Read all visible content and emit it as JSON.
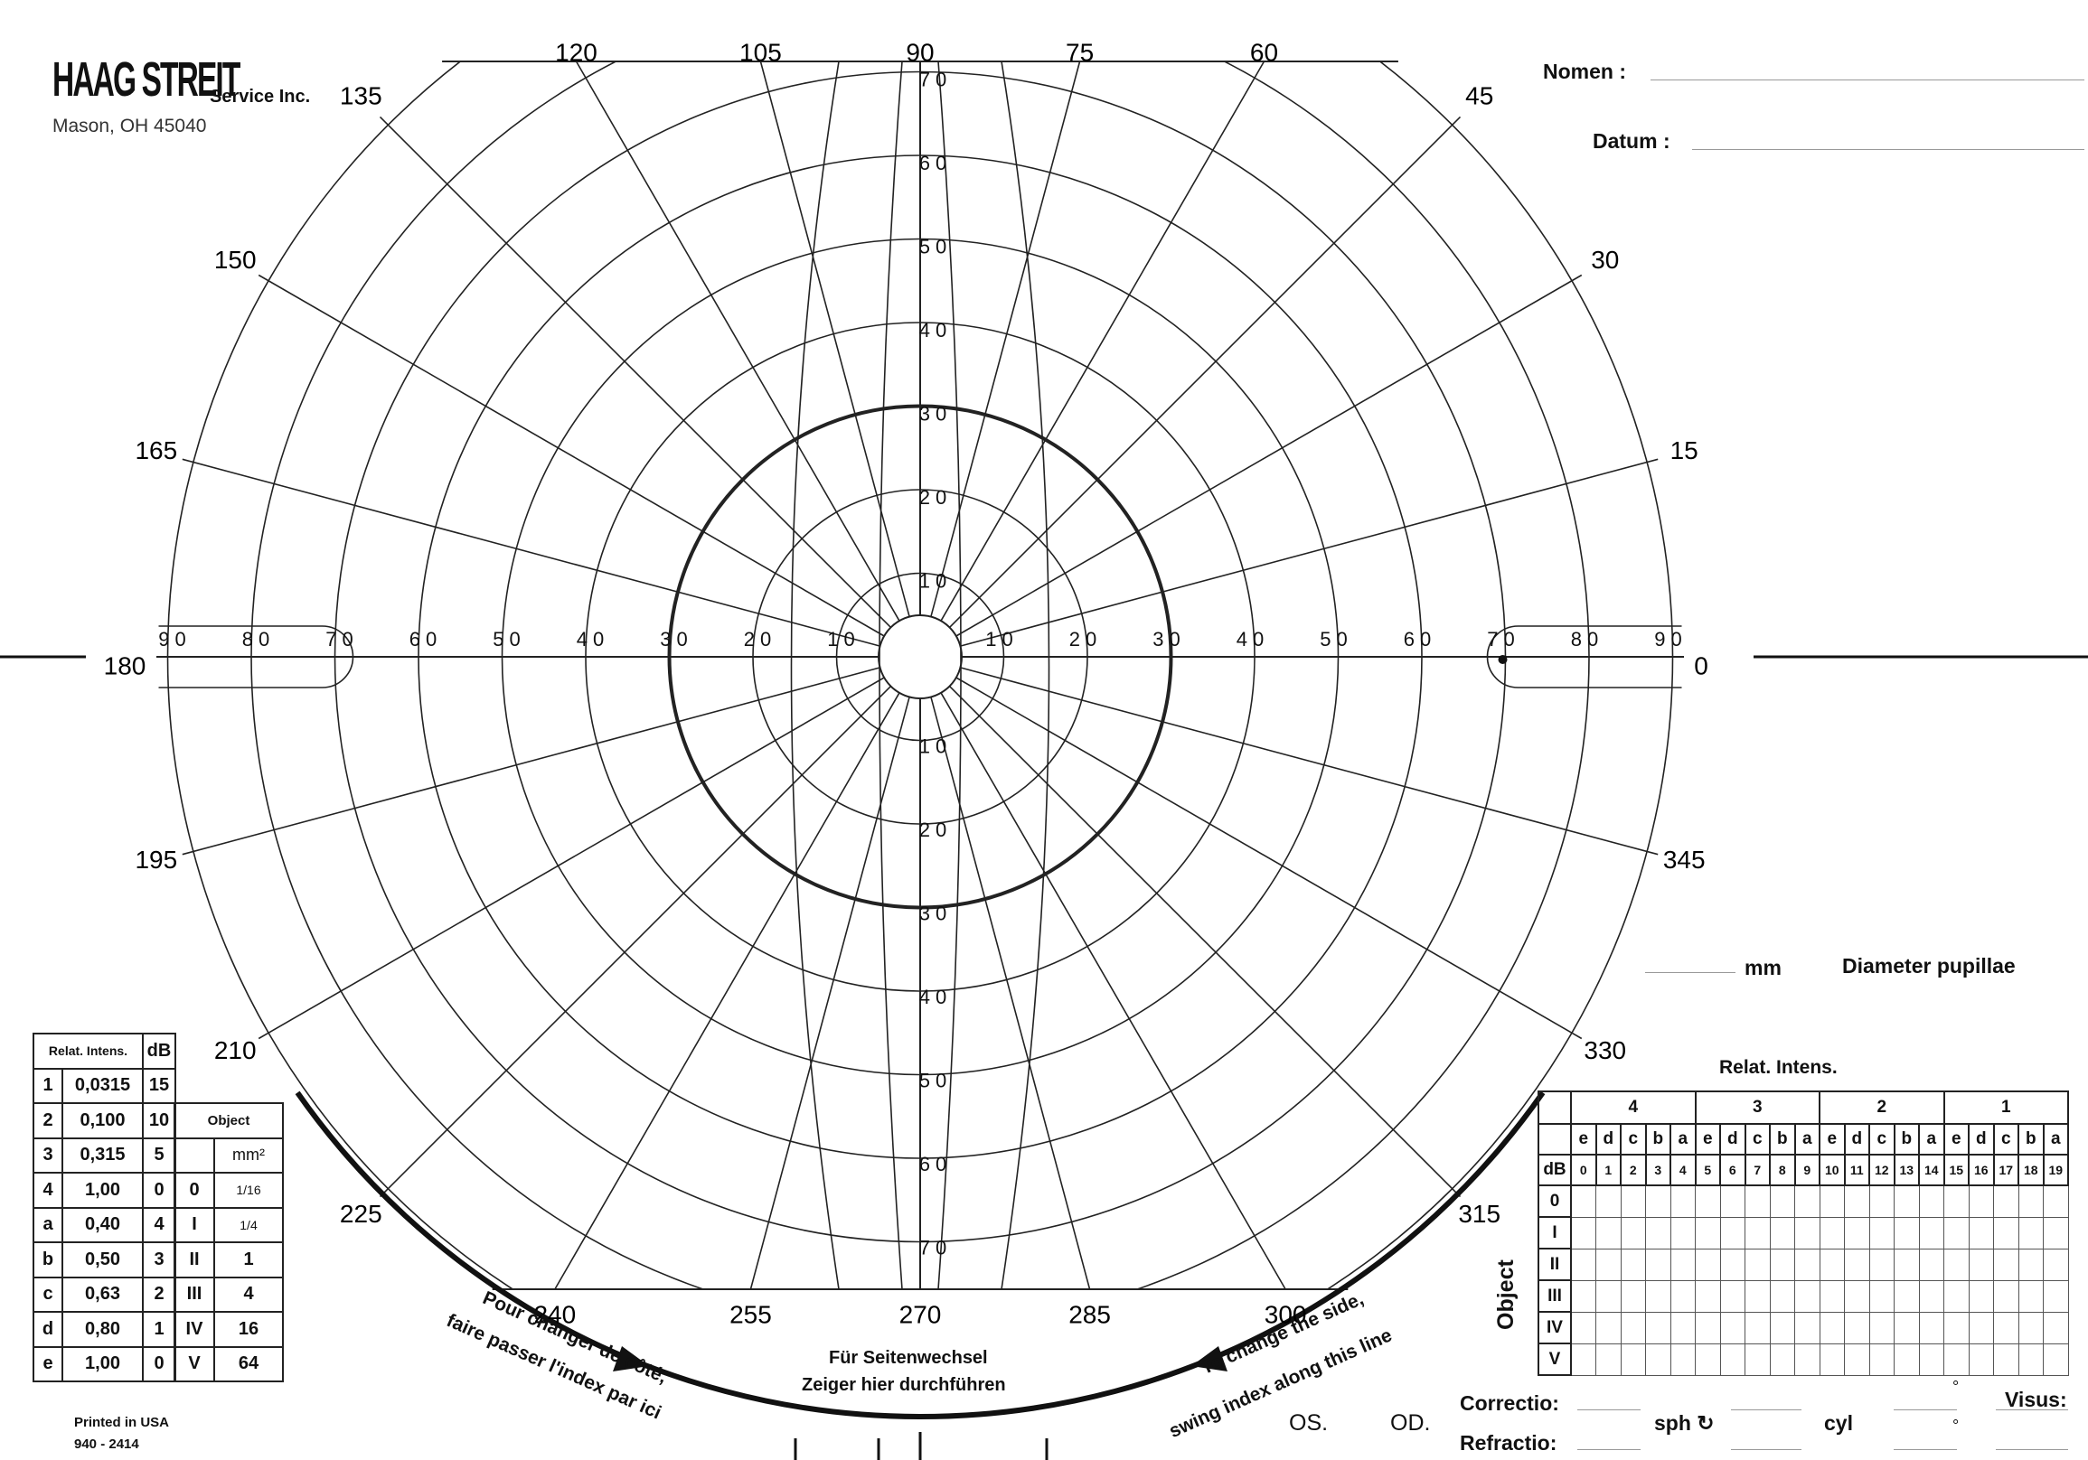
{
  "brand": {
    "name": "HAAG STREIT",
    "sub": "Service Inc.",
    "address": "Mason, OH 45040"
  },
  "fields": {
    "nomen": "Nomen :",
    "datum": "Datum :",
    "mm": "mm",
    "diameter": "Diameter pupillae"
  },
  "meridians": [
    "0",
    "15",
    "30",
    "45",
    "60",
    "75",
    "90",
    "105",
    "120",
    "135",
    "150",
    "165",
    "180",
    "195",
    "210",
    "225",
    "240",
    "255",
    "270",
    "285",
    "300",
    "315",
    "330",
    "345"
  ],
  "radial_ticks": [
    "10",
    "20",
    "30",
    "40",
    "50",
    "60",
    "70",
    "80",
    "90"
  ],
  "swing": {
    "fr": "Pour changer de côté, faire passer l'index par ici",
    "de_line1": "Für Seitenwechsel",
    "de_line2": "Zeiger hier durchführen",
    "en": "To change the side, swing index along this line"
  },
  "intensity_table": {
    "headers": [
      "Relat. Intens.",
      "dB"
    ],
    "rows": [
      [
        "1",
        "0,0315",
        "15"
      ],
      [
        "2",
        "0,100",
        "10"
      ],
      [
        "3",
        "0,315",
        "5"
      ],
      [
        "4",
        "1,00",
        "0"
      ],
      [
        "a",
        "0,40",
        "4"
      ],
      [
        "b",
        "0,50",
        "3"
      ],
      [
        "c",
        "0,63",
        "2"
      ],
      [
        "d",
        "0,80",
        "1"
      ],
      [
        "e",
        "1,00",
        "0"
      ]
    ]
  },
  "object_table": {
    "header": "Object",
    "unit": "mm²",
    "rows": [
      [
        "0",
        "1/16"
      ],
      [
        "I",
        "1/4"
      ],
      [
        "II",
        "1"
      ],
      [
        "III",
        "4"
      ],
      [
        "IV",
        "16"
      ],
      [
        "V",
        "64"
      ]
    ]
  },
  "printed": {
    "line1": "Printed in USA",
    "line2": "940 - 2414"
  },
  "rel_table": {
    "title": "Relat. Intens.",
    "groups": [
      "4",
      "3",
      "2",
      "1"
    ],
    "letters": [
      "e",
      "d",
      "c",
      "b",
      "a"
    ],
    "db_label": "dB",
    "db_values": [
      "0",
      "1",
      "2",
      "3",
      "4",
      "5",
      "6",
      "7",
      "8",
      "9",
      "10",
      "11",
      "12",
      "13",
      "14",
      "15",
      "16",
      "17",
      "18",
      "19"
    ],
    "objects": [
      "0",
      "I",
      "II",
      "III",
      "IV",
      "V"
    ],
    "object_label": "Object"
  },
  "bottom": {
    "os": "OS.",
    "od": "OD.",
    "correctio": "Correctio:",
    "refractio": "Refractio:",
    "sph": "sph",
    "cyl": "cyl",
    "visus": "Visus:"
  }
}
